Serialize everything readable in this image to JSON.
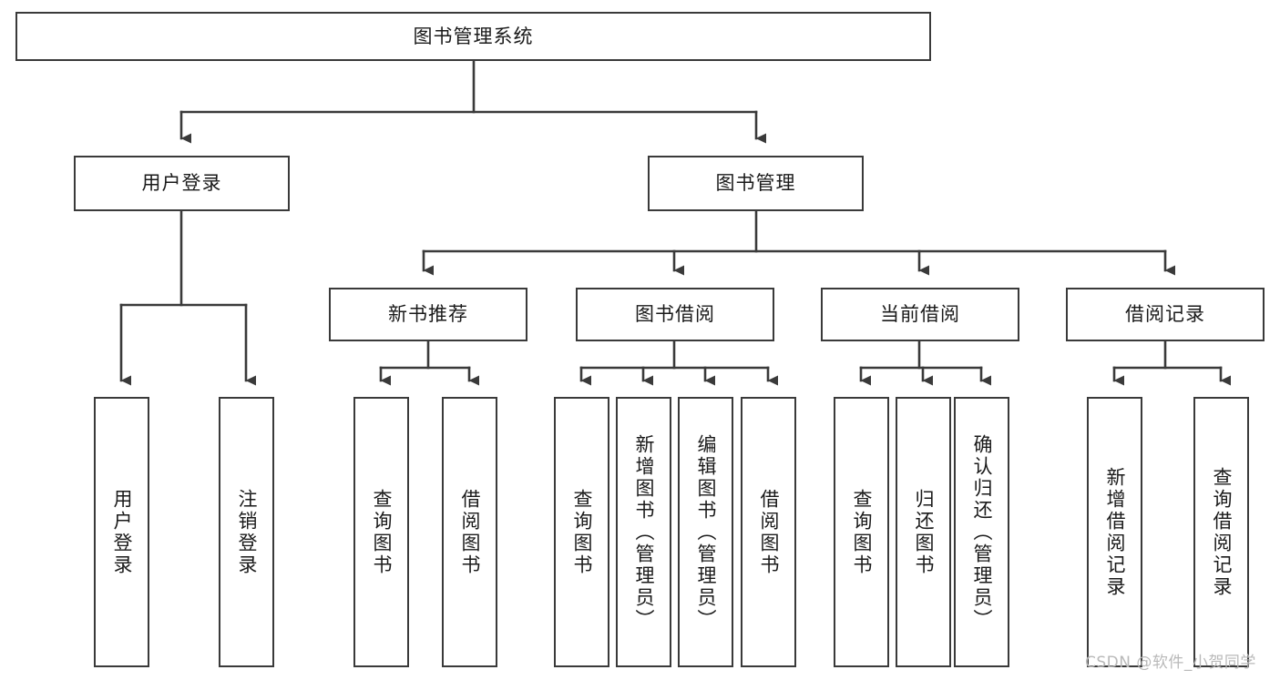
{
  "diagram": {
    "title": "图书管理系统",
    "type": "tree-hierarchy-chart",
    "root": {
      "id": "root",
      "label": "图书管理系统"
    },
    "level2": [
      {
        "id": "user-login",
        "label": "用户登录"
      },
      {
        "id": "book-management",
        "label": "图书管理"
      }
    ],
    "level3": [
      {
        "id": "new-book-recommend",
        "label": "新书推荐",
        "parent": "book-management"
      },
      {
        "id": "book-borrow",
        "label": "图书借阅",
        "parent": "book-management"
      },
      {
        "id": "current-borrow",
        "label": "当前借阅",
        "parent": "book-management"
      },
      {
        "id": "borrow-record",
        "label": "借阅记录",
        "parent": "book-management"
      }
    ],
    "leaves": {
      "user_login": [
        {
          "id": "leaf-user-login",
          "label": "用户登录"
        },
        {
          "id": "leaf-logout-login",
          "label": "注销登录"
        }
      ],
      "new_book_recommend": [
        {
          "id": "leaf-query-book-1",
          "label": "查询图书"
        },
        {
          "id": "leaf-borrow-book-1",
          "label": "借阅图书"
        }
      ],
      "book_borrow": [
        {
          "id": "leaf-query-book-2",
          "label": "查询图书"
        },
        {
          "id": "leaf-add-book",
          "label": "新增图书（管理员）"
        },
        {
          "id": "leaf-edit-book",
          "label": "编辑图书（管理员）"
        },
        {
          "id": "leaf-borrow-book-2",
          "label": "借阅图书"
        }
      ],
      "current_borrow": [
        {
          "id": "leaf-query-book-3",
          "label": "查询图书"
        },
        {
          "id": "leaf-return-book",
          "label": "归还图书"
        },
        {
          "id": "leaf-confirm-return",
          "label": "确认归还（管理员）"
        }
      ],
      "borrow_record": [
        {
          "id": "leaf-add-record",
          "label": "新增借阅记录"
        },
        {
          "id": "leaf-query-record",
          "label": "查询借阅记录"
        }
      ]
    }
  },
  "watermark": {
    "text": "CSDN @软件_小贺同学"
  },
  "colors": {
    "stroke": "#3a3a3a",
    "background": "#ffffff",
    "text": "#1a1a1a",
    "watermark": "#b9b9b9"
  }
}
